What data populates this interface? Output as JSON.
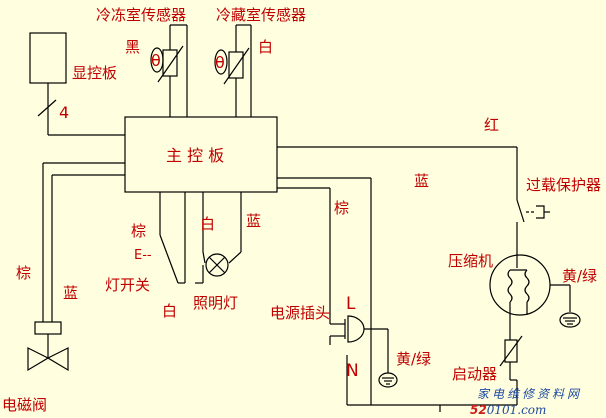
{
  "colors": {
    "background": "#FFFFE0",
    "line": "#000000",
    "text": "#C00000",
    "watermark": "#1F4AA0",
    "watermark_accent": "#CC2020"
  },
  "labels": {
    "freezer_sensor": "冷冻室传感器",
    "fridge_sensor": "冷藏室传感器",
    "black": "黑",
    "white_top": "白",
    "display_board": "显控板",
    "four": "4",
    "main_board": "主 控 板",
    "red": "红",
    "overload_protector": "过载保护器",
    "blue_mid": "蓝",
    "brown_mid": "棕",
    "brown_left": "棕",
    "blue_left": "蓝",
    "brown_switch": "棕",
    "white_lamp": "白",
    "blue_lamp": "蓝",
    "e_mark": "E--",
    "light_switch": "灯开关",
    "white_bottom": "白",
    "lighting_lamp": "照明灯",
    "compressor": "压缩机",
    "yellow_green_right": "黄/绿",
    "L": "L",
    "N": "N",
    "power_plug": "电源插头",
    "yellow_green_plug": "黄/绿",
    "starter": "启动器",
    "solenoid_valve": "电磁阀",
    "theta1": "θ",
    "theta2": "θ"
  },
  "watermark": {
    "main": "家电维修资料网",
    "url_a": "52",
    "url_b": "0101",
    "url_c": ".com"
  }
}
